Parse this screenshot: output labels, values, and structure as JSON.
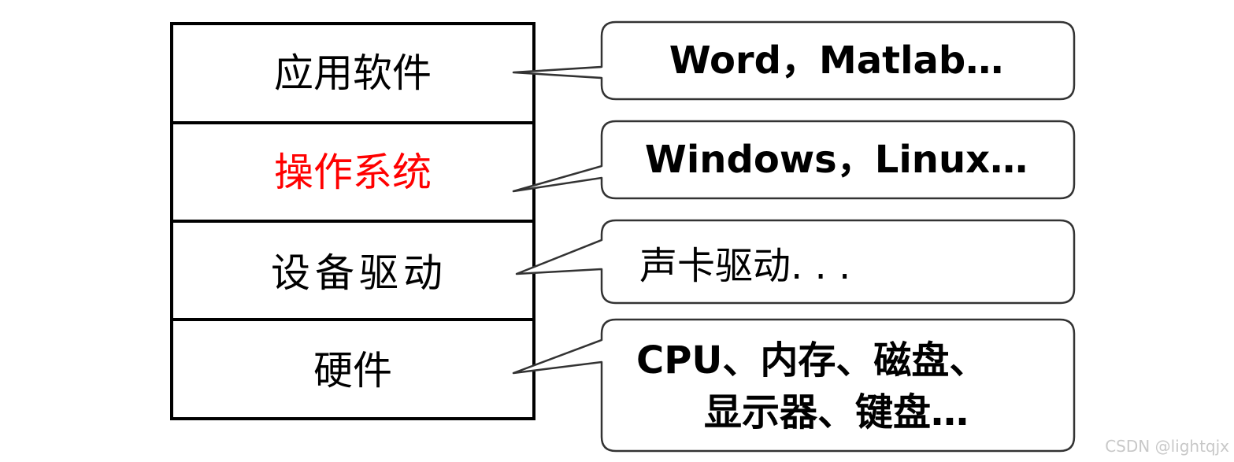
{
  "diagram": {
    "layers": [
      {
        "label": "应用软件",
        "color": "#000000"
      },
      {
        "label": "操作系统",
        "color": "#ff0000"
      },
      {
        "label": "设备驱动",
        "color": "#000000"
      },
      {
        "label": "硬件",
        "color": "#000000"
      }
    ],
    "callouts": [
      {
        "lines": [
          "Word，Matlab…"
        ],
        "bold": true
      },
      {
        "lines": [
          "Windows，Linux…"
        ],
        "bold": true
      },
      {
        "lines": [
          "声卡驱动. . ."
        ],
        "bold": false
      },
      {
        "lines": [
          "CPU、内存、磁盘、",
          "显示器、键盘…"
        ],
        "bold": true
      }
    ]
  },
  "watermark": "CSDN @lightqjx"
}
